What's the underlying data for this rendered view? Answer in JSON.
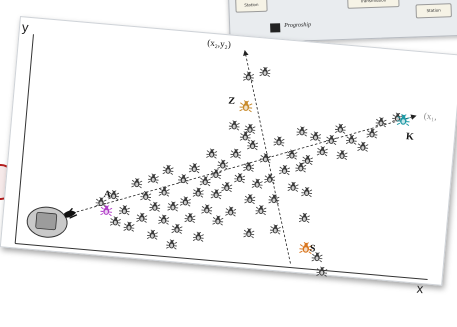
{
  "figure": {
    "y_axis_label": "y",
    "x_axis_label": "x",
    "point_labels": {
      "a": "A",
      "z": "Z",
      "k": "K",
      "s": "S"
    },
    "coord_labels": {
      "top": "(x₂,y₂)",
      "right": "(x₁,"
    },
    "colors": {
      "a_robot": "#b03cc8",
      "z_robot": "#c88a2a",
      "k_robot": "#1f9aa6",
      "s_robot": "#d9761e",
      "swarm": "#3a3a3a"
    },
    "swarm_icon": "beetle-robot-icon",
    "base_icon": "rover-base-icon"
  },
  "background_card": {
    "label": "Progroship",
    "chip_left": "Station",
    "chip_middle": "Transmission",
    "chip_right": "Station"
  }
}
